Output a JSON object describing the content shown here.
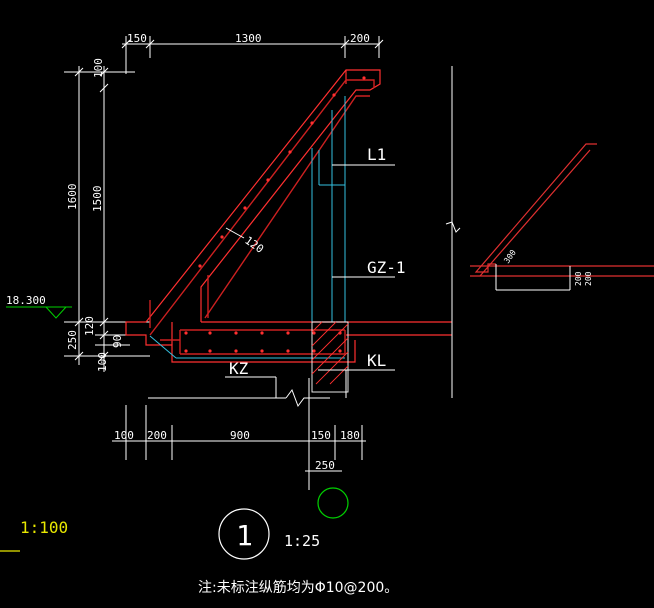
{
  "colors": {
    "background": "#000000",
    "dimension": "#ffffff",
    "concrete": "#ff3030",
    "rebar": "#e03030",
    "column": "#33c0e0",
    "axis": "#00d000",
    "scale": "#e8e800"
  },
  "dims": {
    "top_150": "150",
    "top_1300": "1300",
    "top_200": "200",
    "left_100": "100",
    "left_1600": "1600",
    "left_1500": "1500",
    "left_250": "250",
    "left_120": "120",
    "left_100b": "100",
    "left_90": "90",
    "slab_thickness": "120",
    "bottom_100": "100",
    "bottom_200": "200",
    "bottom_900": "900",
    "bottom_150": "150",
    "bottom_180": "180",
    "bottom_250": "250",
    "detail_300": "300",
    "detail_200a": "200",
    "detail_200b": "200"
  },
  "labels": {
    "elevation": "18.300",
    "l1": "L1",
    "gz1": "GZ-1",
    "kz": "KZ",
    "kl": "KL"
  },
  "title": {
    "detail_number": "1",
    "detail_scale": "1:25",
    "sheet_scale": "1:100"
  },
  "note": "注:未标注纵筋均为Φ10@200。"
}
